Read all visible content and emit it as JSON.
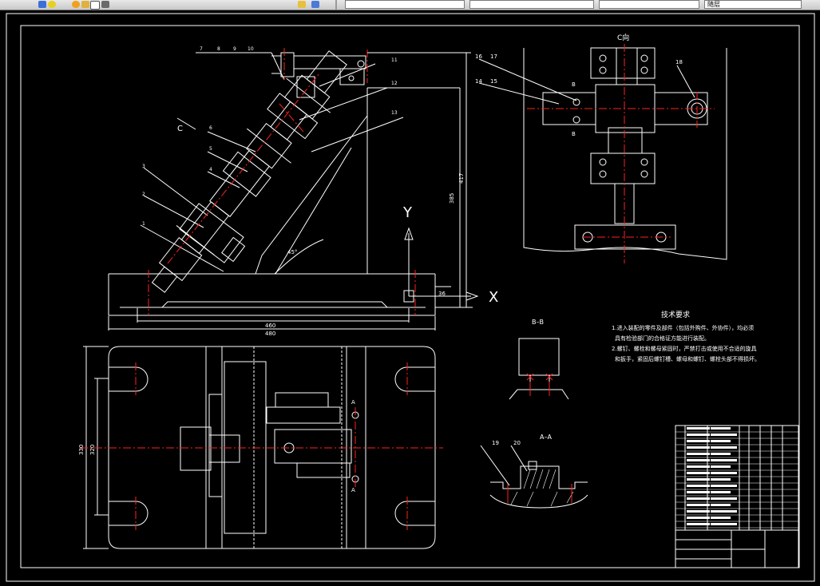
{
  "toolbar": {
    "combos": [
      "",
      "",
      "",
      "",
      "随层"
    ]
  },
  "drawing": {
    "view_c_label": "C向",
    "view_b_label": "B–B",
    "view_a_label": "A–A",
    "view_c_arrow_label": "C",
    "axis_x": "X",
    "axis_y": "Y",
    "angle_label": "45°",
    "dim_460": "460",
    "dim_480": "480",
    "dim_36": "36",
    "dim_385": "385",
    "dim_417": "417",
    "dim_320": "320",
    "dim_330": "330",
    "balloons_front": [
      "1",
      "2",
      "3",
      "4",
      "5",
      "6",
      "7",
      "8",
      "9",
      "10",
      "11",
      "12",
      "13"
    ],
    "balloons_c": [
      "14",
      "15",
      "16",
      "17",
      "18"
    ],
    "balloons_a": [
      "19",
      "20"
    ],
    "section_marks": [
      "B",
      "B",
      "A",
      "A"
    ]
  },
  "notes": {
    "title": "技术要求",
    "lines": [
      "1.进入装配的零件及部件（包括外购件、外协件），均必须",
      "具有检验部门的合格证方能进行装配。",
      "2.螺钉、螺栓和螺母紧固时，严禁打击或使用不合适的旋具",
      "和扳手，紧固后螺钉槽、螺母和螺钉、螺栓头部不得损坏。"
    ]
  },
  "colors": {
    "background": "#000000",
    "line": "#ffffff",
    "center": "#ff2020",
    "toolbar": "#d4d0c8"
  }
}
